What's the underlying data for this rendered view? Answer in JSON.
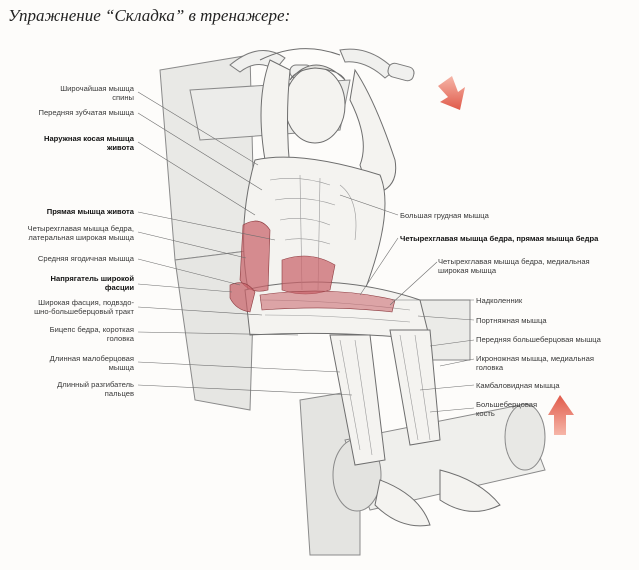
{
  "title": "Упражнение “Складка” в тренажере:",
  "colors": {
    "arrow": "#e05a4a",
    "muscle_highlight": "#c9626a",
    "sketch": "#7a7a7a",
    "background": "#fdfcfa"
  },
  "labels_left": [
    {
      "l1": "Широчайшая мышца",
      "l2": "спины",
      "bold": false
    },
    {
      "l1": "Передняя зубчатая мышца",
      "l2": "",
      "bold": false
    },
    {
      "l1": "Наружная косая мышца",
      "l2": "живота",
      "bold": true
    },
    {
      "l1": "Прямая мышца живота",
      "l2": "",
      "bold": true
    },
    {
      "l1": "Четырехглавая мышца бедра,",
      "l2": "латеральная широкая мышца",
      "bold": false
    },
    {
      "l1": "Средняя ягодичная мышца",
      "l2": "",
      "bold": false
    },
    {
      "l1": "Напрягатель широкой",
      "l2": "фасции",
      "bold": true
    },
    {
      "l1": "Широкая фасция, подвздо-",
      "l2": "шно-большеберцовый тракт",
      "bold": false
    },
    {
      "l1": "Бицепс бедра, короткая",
      "l2": "головка",
      "bold": false
    },
    {
      "l1": "Длинная малоберцовая",
      "l2": "мышца",
      "bold": false
    },
    {
      "l1": "Длинный разгибатель",
      "l2": "пальцев",
      "bold": false
    }
  ],
  "labels_right": [
    {
      "l1": "Большая грудная мышца",
      "l2": "",
      "bold": false
    },
    {
      "l1": "Четырехглавая мышца бедра, прямая мышца бедра",
      "l2": "",
      "bold": true
    },
    {
      "l1": "Четырехглавая мышца бедра, медиальная",
      "l2": "широкая мышца",
      "bold": false
    },
    {
      "l1": "Надколенник",
      "l2": "",
      "bold": false
    },
    {
      "l1": "Портняжная мышца",
      "l2": "",
      "bold": false
    },
    {
      "l1": "Передняя большеберцовая мышца",
      "l2": "",
      "bold": false
    },
    {
      "l1": "Икроножная мышца, медиальная",
      "l2": "головка",
      "bold": false
    },
    {
      "l1": "Камбаловидная мышца",
      "l2": "",
      "bold": false
    },
    {
      "l1": "Большеберцовая",
      "l2": "кость",
      "bold": false
    }
  ]
}
